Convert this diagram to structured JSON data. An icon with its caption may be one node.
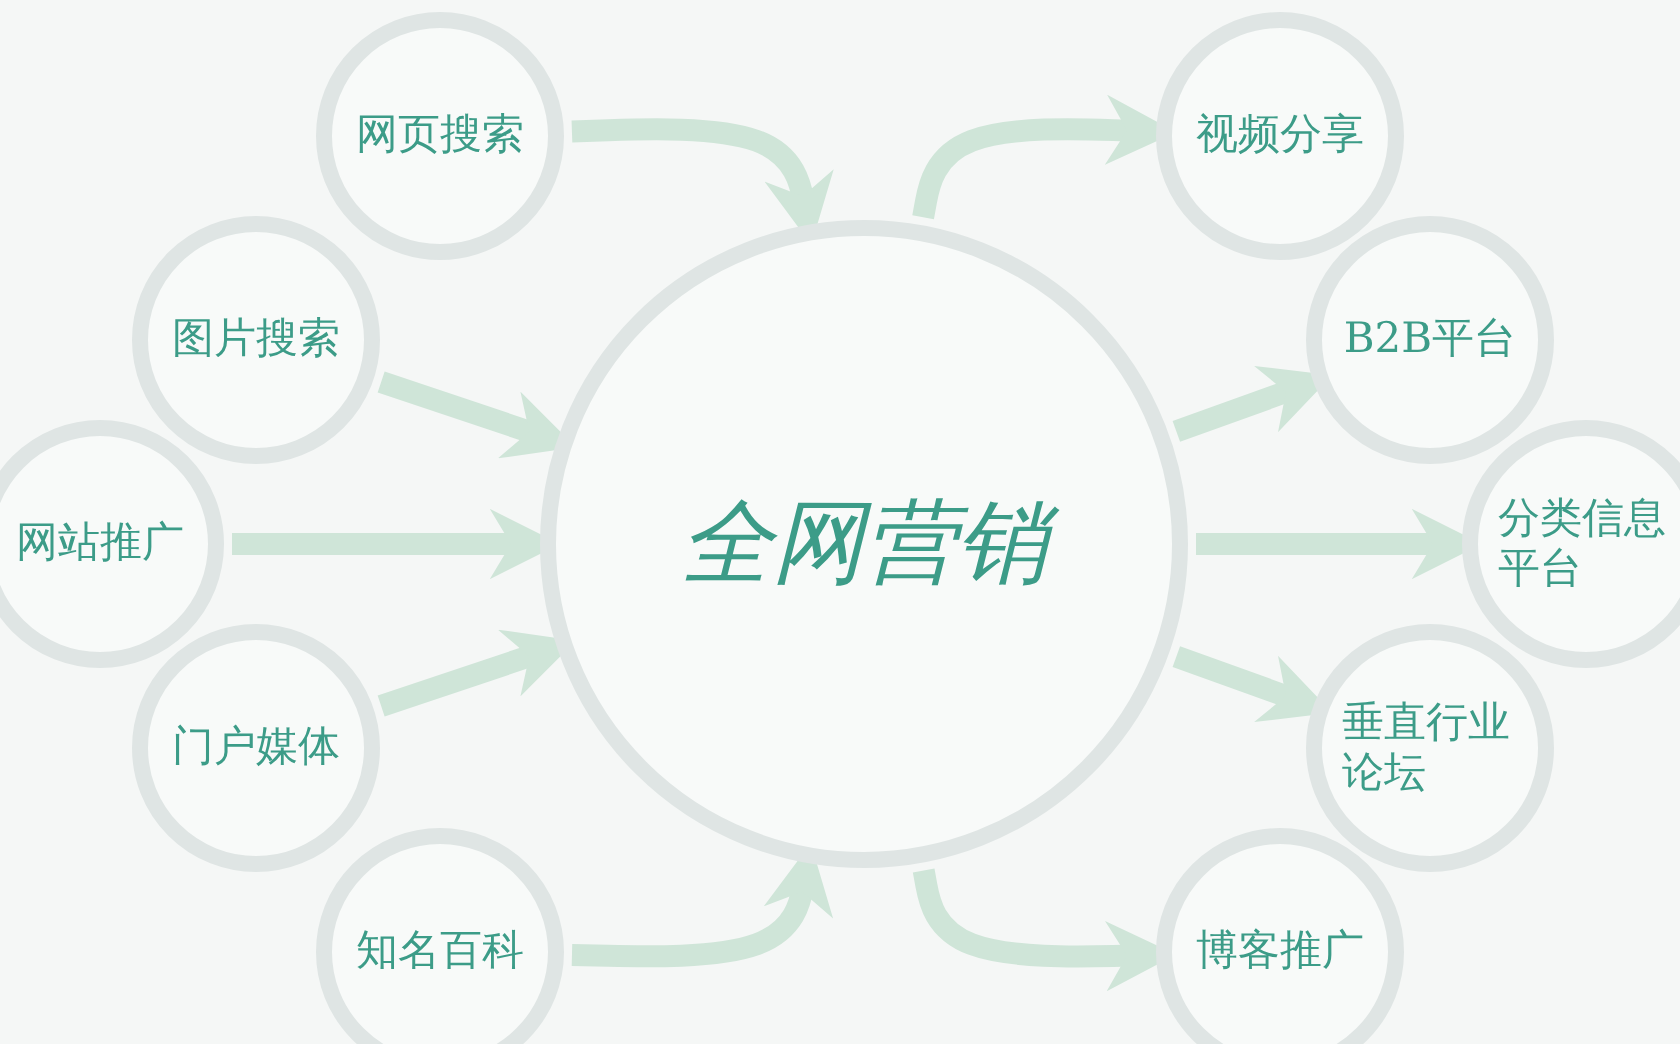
{
  "diagram": {
    "nodes": [
      {
        "text": [
          "网页搜索"
        ]
      },
      {
        "text": [
          "图片搜索"
        ]
      },
      {
        "text": [
          "网站推广"
        ]
      },
      {
        "text": [
          "门户媒体"
        ]
      },
      {
        "text": [
          "知名百科"
        ]
      },
      {
        "text": [
          "全网营销"
        ]
      },
      {
        "text": [
          "视频分享"
        ]
      },
      {
        "text": [
          "B2B平台"
        ]
      },
      {
        "text": [
          "分类信息平台"
        ]
      },
      {
        "text": [
          "垂直行业论坛"
        ]
      },
      {
        "text": [
          "博客推广"
        ]
      }
    ],
    "edges": [
      {
        "from": 0,
        "to": 5,
        "arrow": "to"
      },
      {
        "from": 1,
        "to": 5,
        "arrow": "to"
      },
      {
        "from": 2,
        "to": 5,
        "arrow": "to"
      },
      {
        "from": 3,
        "to": 5,
        "arrow": "to"
      },
      {
        "from": 4,
        "to": 5,
        "arrow": "to"
      },
      {
        "from": 5,
        "to": 6,
        "arrow": "to"
      },
      {
        "from": 5,
        "to": 7,
        "arrow": "to"
      },
      {
        "from": 5,
        "to": 8,
        "arrow": "to"
      },
      {
        "from": 5,
        "to": 9,
        "arrow": "to"
      },
      {
        "from": 5,
        "to": 10,
        "arrow": "to"
      }
    ]
  }
}
